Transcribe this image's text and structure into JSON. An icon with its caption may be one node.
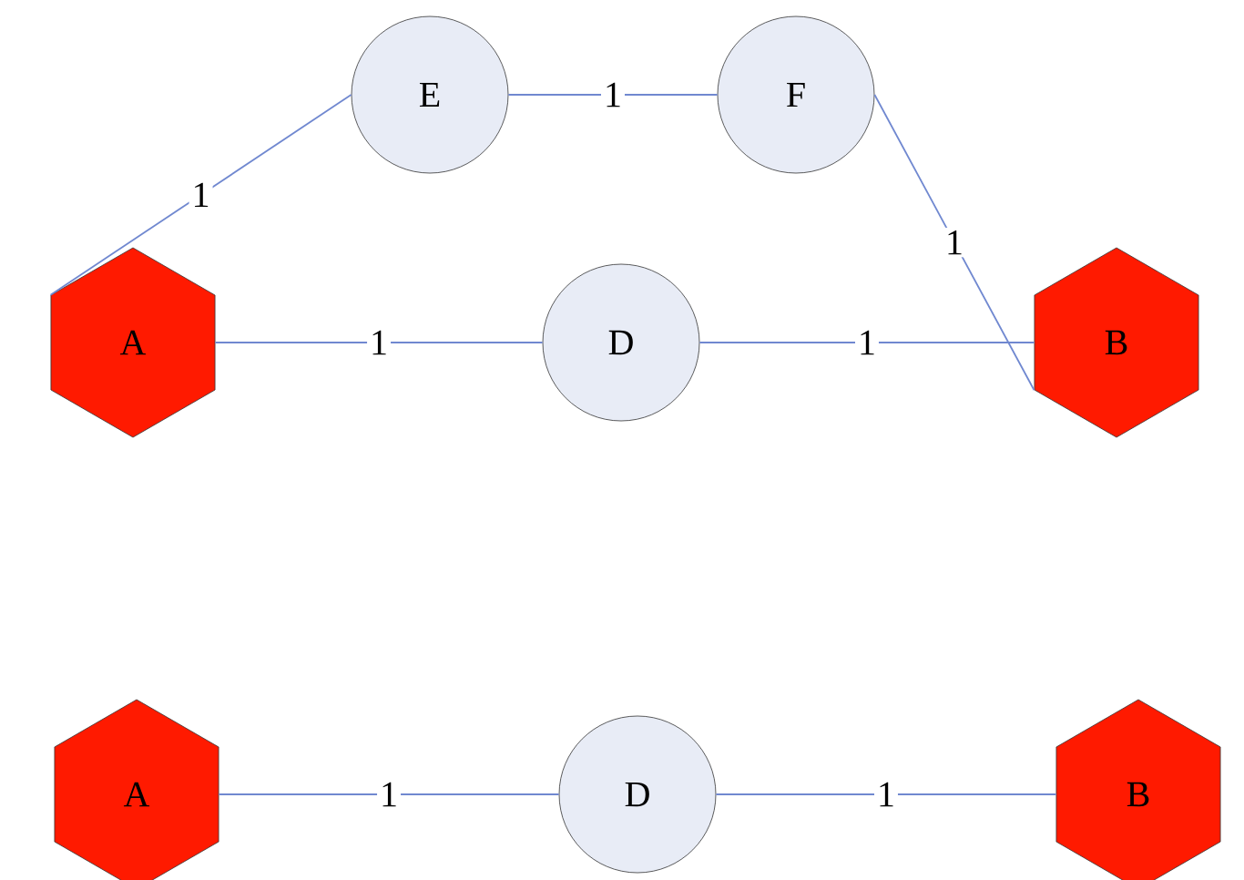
{
  "diagram": {
    "nodes": [
      {
        "text": [
          "A"
        ]
      },
      {
        "text": [
          "E"
        ]
      },
      {
        "text": [
          "F"
        ]
      },
      {
        "text": [
          "D"
        ]
      },
      {
        "text": [
          "B"
        ]
      },
      {
        "text": [
          "A"
        ]
      },
      {
        "text": [
          "D"
        ]
      },
      {
        "text": [
          "B"
        ]
      }
    ],
    "edges": [
      {
        "from": 0,
        "to": 1,
        "arrow": "none",
        "label": "1"
      },
      {
        "from": 1,
        "to": 2,
        "arrow": "none",
        "label": "1"
      },
      {
        "from": 2,
        "to": 4,
        "arrow": "none",
        "label": "1"
      },
      {
        "from": 0,
        "to": 3,
        "arrow": "none",
        "label": "1"
      },
      {
        "from": 3,
        "to": 4,
        "arrow": "none",
        "label": "1"
      },
      {
        "from": 5,
        "to": 6,
        "arrow": "none",
        "label": "1"
      },
      {
        "from": 6,
        "to": 7,
        "arrow": "none",
        "label": "1"
      }
    ]
  }
}
